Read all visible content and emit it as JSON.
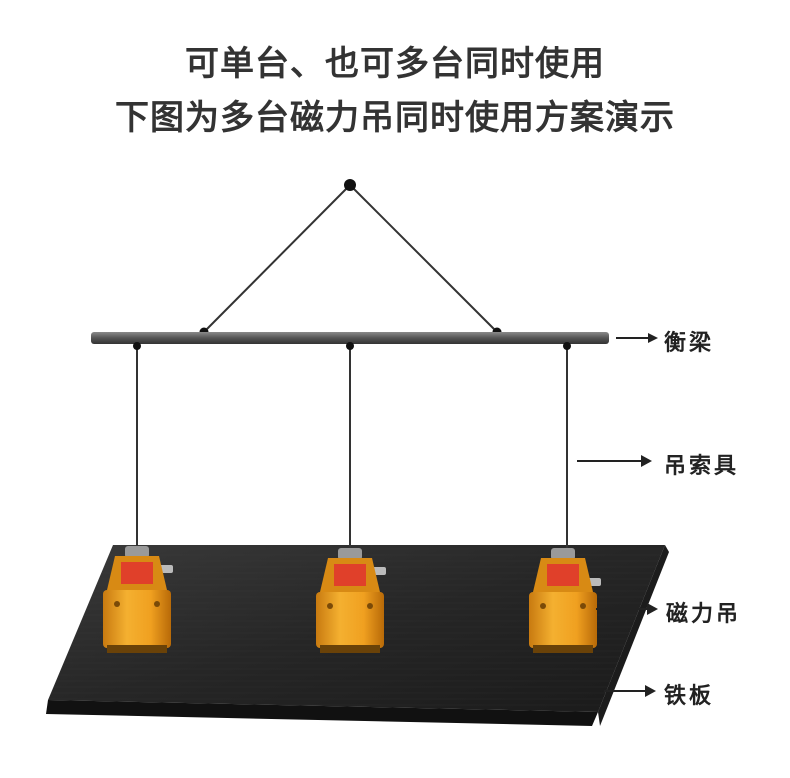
{
  "titles": {
    "line1": "可单台、也可多台同时使用",
    "line2": "下图为多台磁力吊同时使用方案演示"
  },
  "labels": {
    "beam": "衡梁",
    "sling": "吊索具",
    "magnet": "磁力吊",
    "plate": "铁板"
  },
  "colors": {
    "title": "#333333",
    "beam": "#555555",
    "plate": "#2a2a2a",
    "magnet": "#f0a020"
  },
  "magnets": {
    "count": 3
  }
}
